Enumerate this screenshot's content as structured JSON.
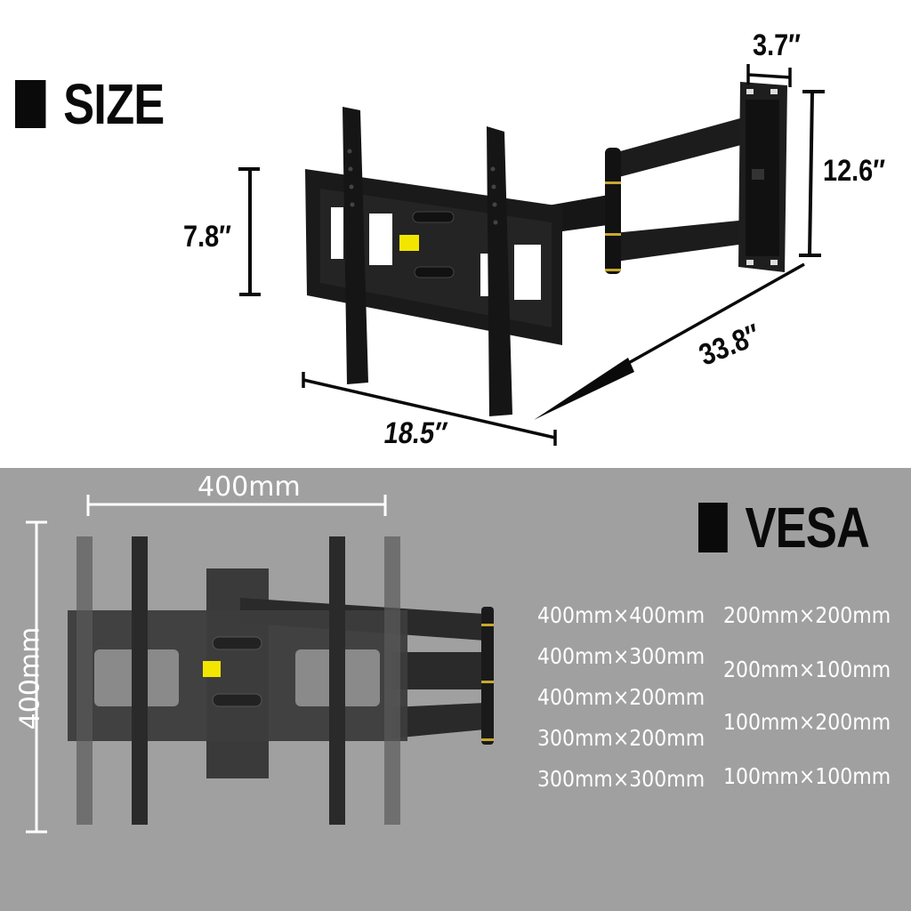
{
  "size_section": {
    "heading": "SIZE",
    "dimensions": {
      "plate_height": "7.8″",
      "plate_width": "18.5″",
      "extension": "33.8″",
      "wall_plate_width": "3.7″",
      "wall_plate_height": "12.6″"
    }
  },
  "vesa_section": {
    "heading": "VESA",
    "width_label": "400mm",
    "height_label": "400mm",
    "patterns_left": [
      "400mm×400mm",
      "400mm×300mm",
      "400mm×200mm",
      "300mm×200mm",
      "300mm×300mm"
    ],
    "patterns_right": [
      "200mm×200mm",
      "200mm×100mm",
      "100mm×200mm",
      "100mm×100mm"
    ]
  },
  "colors": {
    "bottom_bg": "#a0a0a0",
    "mount_black": "#1a1a1a",
    "logo_yellow": "#f2e600",
    "accent_gold": "#c8a830"
  }
}
